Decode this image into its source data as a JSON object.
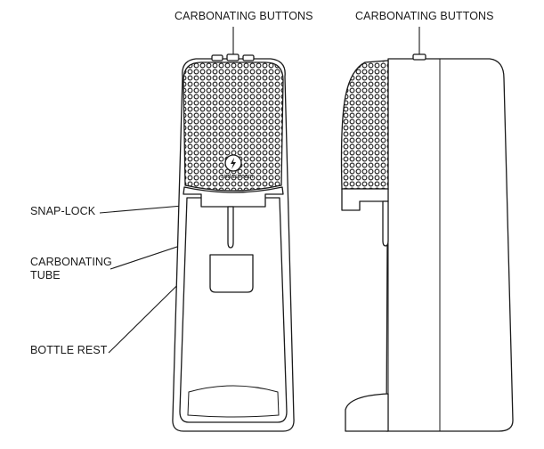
{
  "labels": {
    "carbonating_buttons_front": "CARBONATING BUTTONS",
    "carbonating_buttons_side": "CARBONATING BUTTONS",
    "snap_lock": "SNAP-LOCK",
    "carbonating_tube_line1": "CARBONATING",
    "carbonating_tube_line2": "TUBE",
    "bottle_rest": "BOTTLE REST"
  },
  "brand": {
    "logo_text": "sodastream"
  },
  "colors": {
    "line": "#1a1a1a",
    "background": "#ffffff",
    "dot": "#1a1a1a"
  }
}
